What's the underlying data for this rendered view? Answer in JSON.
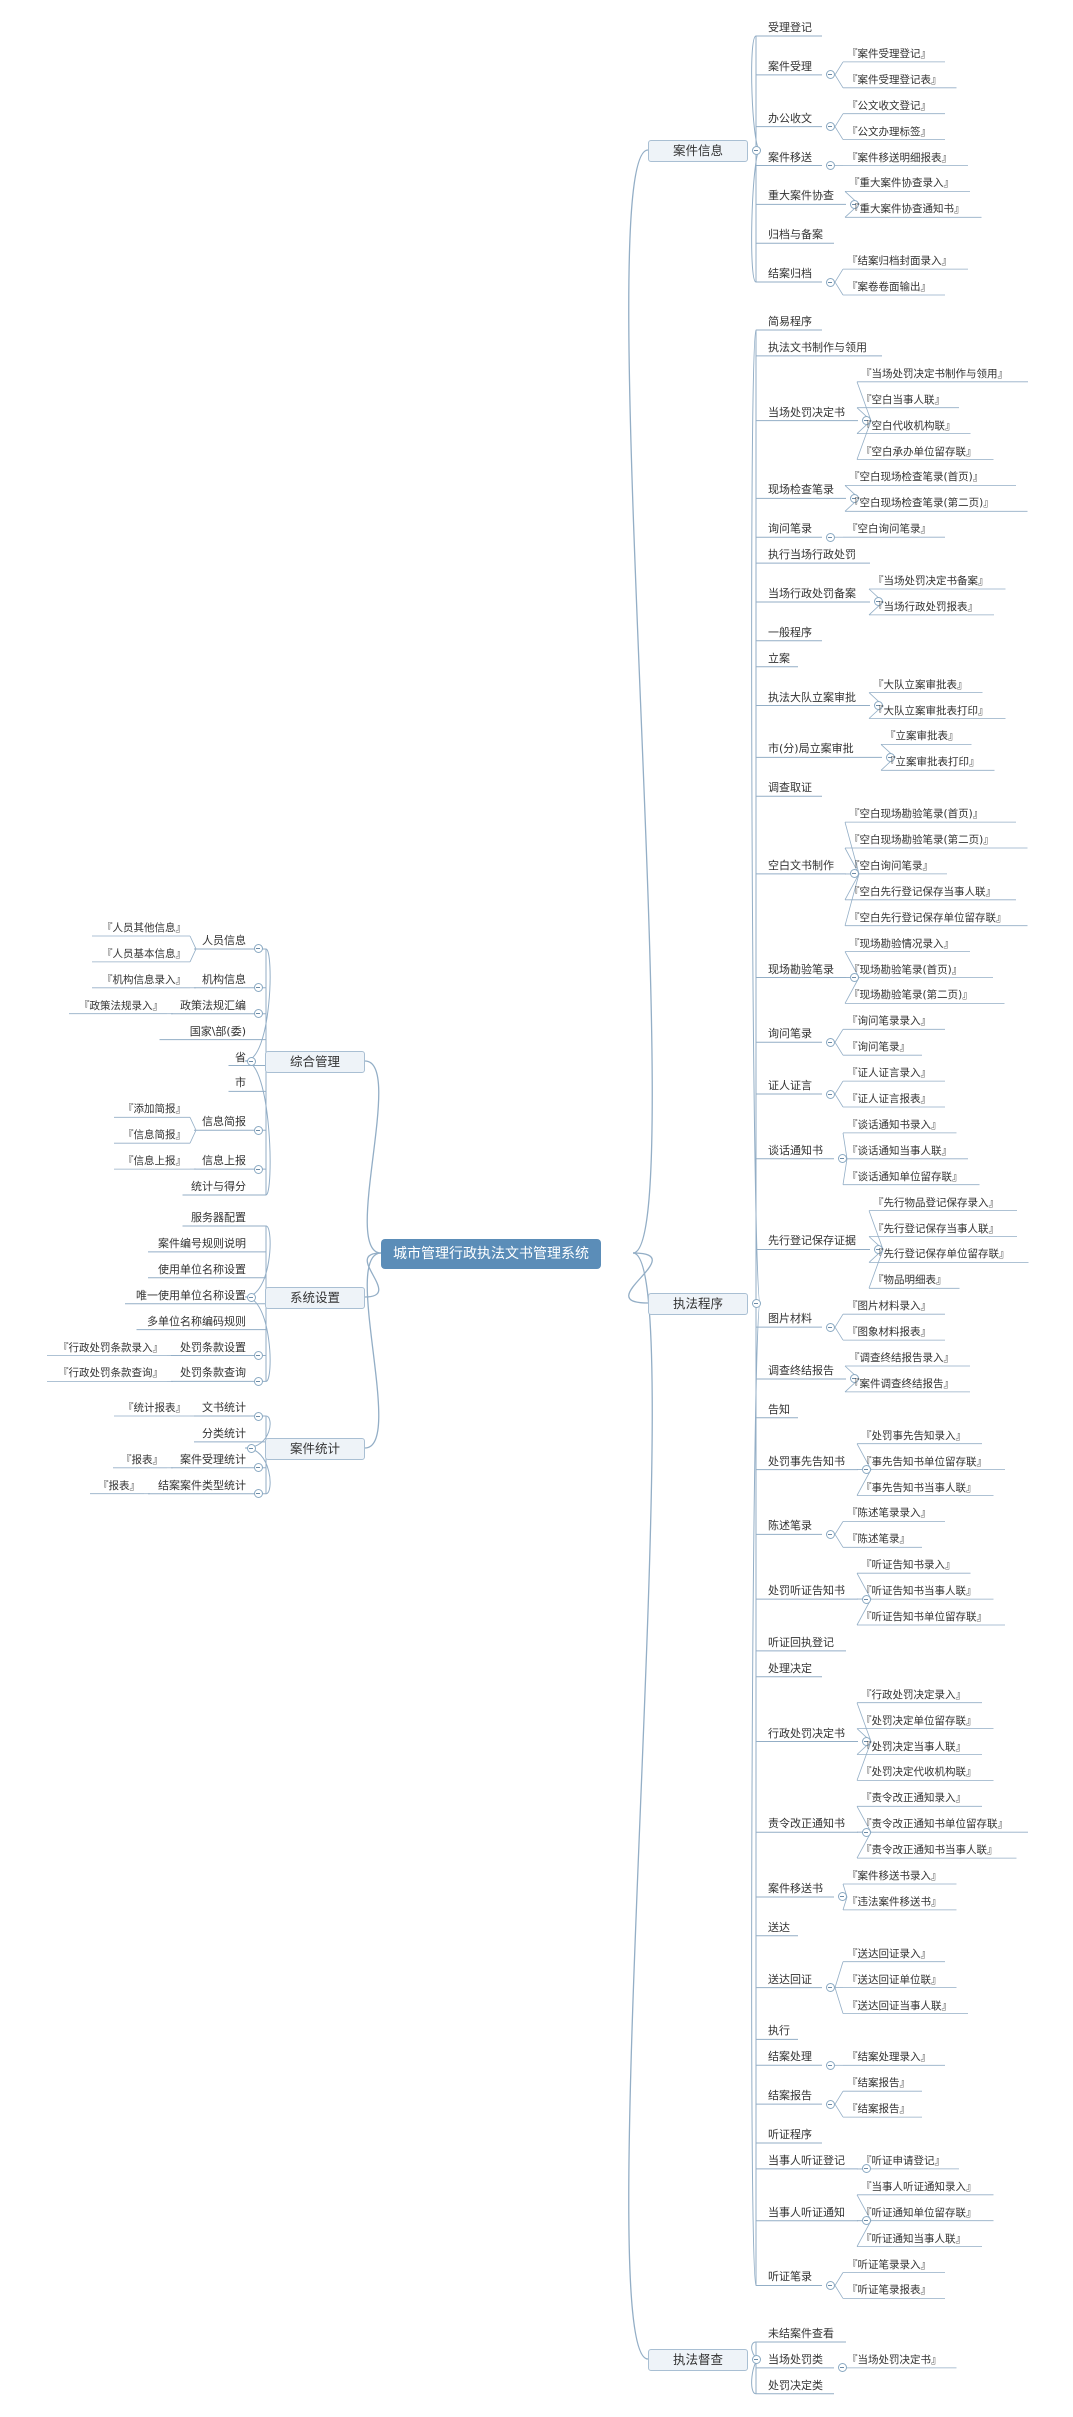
{
  "root": "城市管理行政执法文书管理系统",
  "right": [
    {
      "label": "案件信息",
      "children": [
        {
          "label": "受理登记"
        },
        {
          "label": "案件受理",
          "children": [
            "『案件受理登记』",
            "『案件受理登记表』"
          ]
        },
        {
          "label": "办公收文",
          "children": [
            "『公文收文登记』",
            "『公文办理标签』"
          ]
        },
        {
          "label": "案件移送",
          "children": [
            "『案件移送明细报表』"
          ]
        },
        {
          "label": "重大案件协查",
          "children": [
            "『重大案件协查录入』",
            "『重大案件协查通知书』"
          ]
        },
        {
          "label": "归档与备案"
        },
        {
          "label": "结案归档",
          "children": [
            "『结案归档封面录入』",
            "『案卷卷面输出』"
          ]
        }
      ]
    },
    {
      "label": "执法程序",
      "children": [
        {
          "label": "简易程序"
        },
        {
          "label": "执法文书制作与领用"
        },
        {
          "label": "当场处罚决定书",
          "children": [
            "『当场处罚决定书制作与领用』",
            "『空白当事人联』",
            "『空白代收机构联』",
            "『空白承办单位留存联』"
          ]
        },
        {
          "label": "现场检查笔录",
          "children": [
            "『空白现场检查笔录(首页)』",
            "『空白现场检查笔录(第二页)』"
          ]
        },
        {
          "label": "询问笔录",
          "children": [
            "『空白询问笔录』"
          ]
        },
        {
          "label": "执行当场行政处罚"
        },
        {
          "label": "当场行政处罚备案",
          "children": [
            "『当场处罚决定书备案』",
            "『当场行政处罚报表』"
          ]
        },
        {
          "label": "一般程序"
        },
        {
          "label": "立案"
        },
        {
          "label": "执法大队立案审批",
          "children": [
            "『大队立案审批表』",
            "『大队立案审批表打印』"
          ]
        },
        {
          "label": "市(分)局立案审批",
          "children": [
            "『立案审批表』",
            "『立案审批表打印』"
          ]
        },
        {
          "label": "调查取证"
        },
        {
          "label": "空白文书制作",
          "children": [
            "『空白现场勘验笔录(首页)』",
            "『空白现场勘验笔录(第二页)』",
            "『空白询问笔录』",
            "『空白先行登记保存当事人联』",
            "『空白先行登记保存单位留存联』"
          ]
        },
        {
          "label": "现场勘验笔录",
          "children": [
            "『现场勘验情况录入』",
            "『现场勘验笔录(首页)』",
            "『现场勘验笔录(第二页)』"
          ]
        },
        {
          "label": "询问笔录",
          "children": [
            "『询问笔录录入』",
            "『询问笔录』"
          ]
        },
        {
          "label": "证人证言",
          "children": [
            "『证人证言录入』",
            "『证人证言报表』"
          ]
        },
        {
          "label": "谈话通知书",
          "children": [
            "『谈话通知书录入』",
            "『谈话通知当事人联』",
            "『谈话通知单位留存联』"
          ]
        },
        {
          "label": "先行登记保存证据",
          "children": [
            "『先行物品登记保存录入』",
            "『先行登记保存当事人联』",
            "『先行登记保存单位留存联』",
            "『物品明细表』"
          ]
        },
        {
          "label": "图片材料",
          "children": [
            "『图片材料录入』",
            "『图象材料报表』"
          ]
        },
        {
          "label": "调查终结报告",
          "children": [
            "『调查终结报告录入』",
            "『案件调查终结报告』"
          ]
        },
        {
          "label": "告知"
        },
        {
          "label": "处罚事先告知书",
          "children": [
            "『处罚事先告知录入』",
            "『事先告知书单位留存联』",
            "『事先告知书当事人联』"
          ]
        },
        {
          "label": "陈述笔录",
          "children": [
            "『陈述笔录录入』",
            "『陈述笔录』"
          ]
        },
        {
          "label": "处罚听证告知书",
          "children": [
            "『听证告知书录入』",
            "『听证告知书当事人联』",
            "『听证告知书单位留存联』"
          ]
        },
        {
          "label": "听证回执登记"
        },
        {
          "label": "处理决定"
        },
        {
          "label": "行政处罚决定书",
          "children": [
            "『行政处罚决定录入』",
            "『处罚决定单位留存联』",
            "『处罚决定当事人联』",
            "『处罚决定代收机构联』"
          ]
        },
        {
          "label": "责令改正通知书",
          "children": [
            "『责令改正通知录入』",
            "『责令改正通知书单位留存联』",
            "『责令改正通知书当事人联』"
          ]
        },
        {
          "label": "案件移送书",
          "children": [
            "『案件移送书录入』",
            "『违法案件移送书』"
          ]
        },
        {
          "label": "送达"
        },
        {
          "label": "送达回证",
          "children": [
            "『送达回证录入』",
            "『送达回证单位联』",
            "『送达回证当事人联』"
          ]
        },
        {
          "label": "执行"
        },
        {
          "label": "结案处理",
          "children": [
            "『结案处理录入』"
          ]
        },
        {
          "label": "结案报告",
          "children": [
            "『结案报告』",
            "『结案报告』"
          ]
        },
        {
          "label": "听证程序"
        },
        {
          "label": "当事人听证登记",
          "children": [
            "『听证申请登记』"
          ]
        },
        {
          "label": "当事人听证通知",
          "children": [
            "『当事人听证通知录入』",
            "『听证通知单位留存联』",
            "『听证通知当事人联』"
          ]
        },
        {
          "label": "听证笔录",
          "children": [
            "『听证笔录录入』",
            "『听证笔录报表』"
          ]
        }
      ]
    },
    {
      "label": "执法督查",
      "children": [
        {
          "label": "未结案件查看"
        },
        {
          "label": "当场处罚类",
          "children": [
            "『当场处罚决定书』"
          ]
        },
        {
          "label": "处罚决定类"
        }
      ]
    }
  ],
  "left": [
    {
      "label": "综合管理",
      "children": [
        {
          "label": "人员信息",
          "children": [
            "『人员其他信息』",
            "『人员基本信息』"
          ]
        },
        {
          "label": "机构信息",
          "children": [
            "『机构信息录入』"
          ]
        },
        {
          "label": "政策法规汇编",
          "children": [
            "『政策法规录入』"
          ]
        },
        {
          "label": "国家\\部(委)"
        },
        {
          "label": "省"
        },
        {
          "label": "市"
        },
        {
          "label": "信息简报",
          "children": [
            "『添加简报』",
            "『信息简报』"
          ]
        },
        {
          "label": "信息上报",
          "children": [
            "『信息上报』"
          ]
        },
        {
          "label": "统计与得分"
        }
      ]
    },
    {
      "label": "系统设置",
      "children": [
        {
          "label": "服务器配置"
        },
        {
          "label": "案件编号规则说明"
        },
        {
          "label": "使用单位名称设置"
        },
        {
          "label": "唯一使用单位名称设置"
        },
        {
          "label": "多单位名称编码规则"
        },
        {
          "label": "处罚条款设置",
          "children": [
            "『行政处罚条款录入』"
          ]
        },
        {
          "label": "处罚条款查询",
          "children": [
            "『行政处罚条款查询』"
          ]
        }
      ]
    },
    {
      "label": "案件统计",
      "children": [
        {
          "label": "文书统计",
          "children": [
            "『统计报表』"
          ]
        },
        {
          "label": "分类统计"
        },
        {
          "label": "案件受理统计",
          "children": [
            "『报表』"
          ]
        },
        {
          "label": "结案案件类型统计",
          "children": [
            "『报表』"
          ]
        }
      ]
    }
  ]
}
